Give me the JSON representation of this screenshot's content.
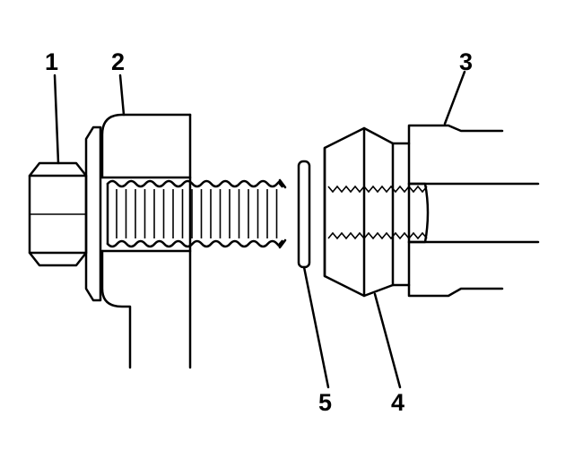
{
  "colors": {
    "ink": "#000000",
    "paper": "#ffffff"
  },
  "callouts": [
    {
      "id": "1",
      "label": "1"
    },
    {
      "id": "2",
      "label": "2"
    },
    {
      "id": "3",
      "label": "3"
    },
    {
      "id": "4",
      "label": "4"
    },
    {
      "id": "5",
      "label": "5"
    }
  ]
}
